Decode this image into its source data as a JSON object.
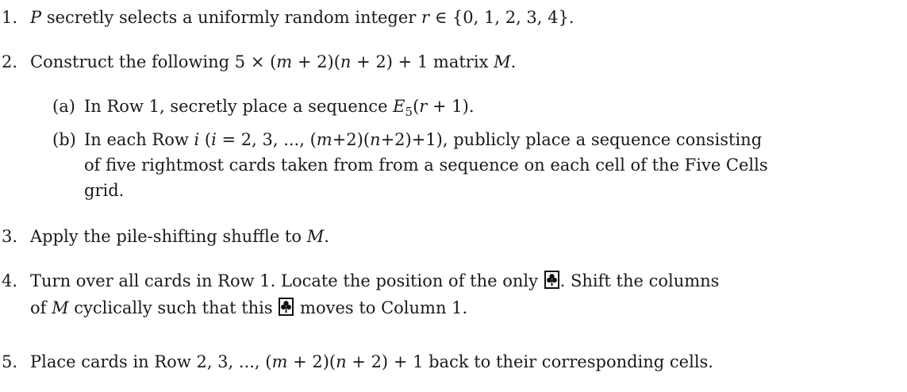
{
  "steps": [
    {
      "num": "1.",
      "text_a": "P",
      "text_b": " secretly selects a uniformly random integer ",
      "text_c": "r",
      "text_d": " ∈ {0, 1, 2, 3, 4}."
    },
    {
      "num": "2.",
      "text_a": "Construct the following 5 × (",
      "text_b": "m",
      "text_c": " + 2)(",
      "text_d": "n",
      "text_e": " + 2) + 1 matrix ",
      "text_f": "M",
      "text_g": "."
    },
    {
      "num": "3.",
      "text_a": "Apply the pile-shifting shuffle to ",
      "text_b": "M",
      "text_c": "."
    },
    {
      "num": "4.",
      "line1_a": "Turn over all cards in Row 1. Locate the position of the only ",
      "line1_b": ". Shift the columns",
      "line2_a": "of ",
      "line2_b": "M",
      "line2_c": " cyclically such that this ",
      "line2_d": " moves to Column 1."
    },
    {
      "num": "5.",
      "text_a": "Place cards in Row 2, 3, ..., (",
      "text_b": "m",
      "text_c": " + 2)(",
      "text_d": "n",
      "text_e": " + 2) + 1 back to their corresponding cells."
    }
  ],
  "substeps": [
    {
      "label": "(a)",
      "text_a": "In Row 1, secretly place a sequence ",
      "text_b": "E",
      "text_c": "5",
      "text_d": "(",
      "text_e": "r",
      "text_f": " + 1)."
    },
    {
      "label": "(b)",
      "line1_a": "In each Row ",
      "line1_b": "i",
      "line1_c": " (",
      "line1_d": "i",
      "line1_e": " = 2, 3, ..., (",
      "line1_f": "m",
      "line1_g": "+2)(",
      "line1_h": "n",
      "line1_i": "+2)+1), publicly place a sequence consisting",
      "line2": "of five rightmost cards taken from from a sequence on each cell of the Five Cells",
      "line3": "grid."
    }
  ],
  "icons": {
    "club_card": "club-card-icon"
  }
}
